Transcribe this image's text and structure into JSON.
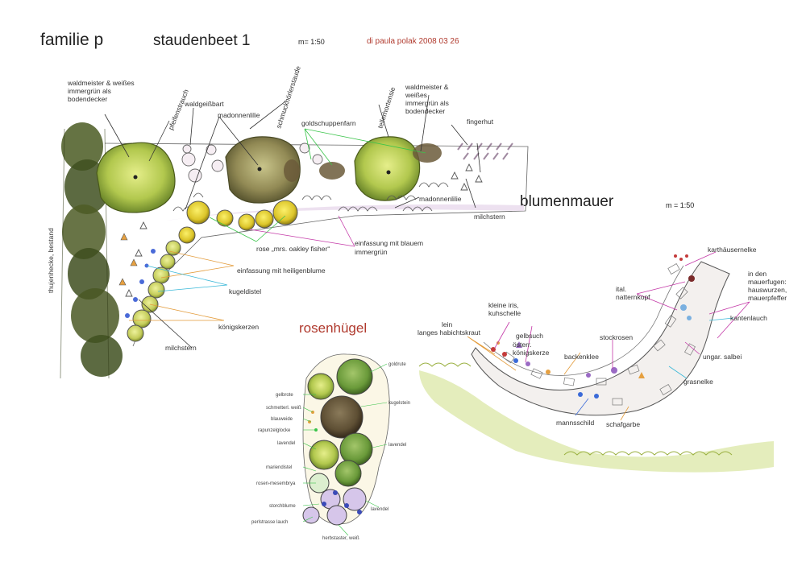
{
  "header": {
    "client": "familie p",
    "plan_title": "staudenbeet 1",
    "scale": "m= 1:50",
    "author_date": "di paula polak  2008 03 26"
  },
  "sections": {
    "blumenmauer": "blumenmauer",
    "blumenmauer_scale": "m = 1:50",
    "rosenhuegel": "rosenhügel"
  },
  "staudenbeet_labels": {
    "waldmeister_left": [
      "waldmeister & weißes",
      "immergrün als",
      "bodendecker"
    ],
    "pfeifenstrauch": "pfeifenstrauch",
    "waldgeissbart": "waldgeißbart",
    "madonnenlilie_top": "madonnenlilie",
    "schmuckhoerlerstaude": "schmuckhörlerstaude",
    "goldschuppenfarn": "goldschuppenfarn",
    "tellerhortensie": "tellerhortensie",
    "waldmeister_right": [
      "waldmeister &",
      "weißes",
      "immergrün als",
      "bodendecker"
    ],
    "fingerhut": "fingerhut",
    "madonnenlilie_bottom": "madonnenlilie",
    "milchstern_right": "milchstern",
    "rose": "rose „mrs. oakley fisher“",
    "einfassung_heiligenblume": "einfassung mit heiligenblume",
    "einfassung_immergruen": [
      "einfassung mit blauem",
      "immergrün"
    ],
    "kugeldistel": "kugeldistel",
    "koenigskerzen": "königskerzen",
    "milchstern_left": "milchstern",
    "hecke": "thujenhecke, bestand"
  },
  "mauer_labels": {
    "karthaeusernelke": "karthäusernelke",
    "in_den_mauerfugen": [
      "in den",
      "mauerfugen:",
      "hauswurzen,",
      "mauerpfeffer"
    ],
    "ital_natternkopf": [
      "ital.",
      "natternkopf"
    ],
    "kantenlauch": "kantenlauch",
    "kleine_iris": [
      "kleine iris,",
      "kuhschelle"
    ],
    "lein": "lein",
    "habichtskraut": "langes habichtskraut",
    "gelbsuch": "gelbsuch",
    "oesterr_koenigskerze": [
      "österr.",
      "königskerze"
    ],
    "backenklee": "backenklee",
    "stockrosen": "stockrosen",
    "ungar_salbei": "ungar. salbei",
    "grasnelke": "grasnelke",
    "mannsschild": "mannsschild",
    "schafgarbe": "schafgarbe"
  },
  "rosen_labels": {
    "left": [
      "gelbrote",
      "schmetterl. weiß",
      "blauweide",
      "rapunzelglocke",
      "lavendel",
      "mariendistel",
      "rosen-mesembrya",
      "storchblume",
      "perlstrasse lauch"
    ],
    "right": [
      "goldrute",
      "kugelstein",
      "lavendel",
      "lavendel"
    ],
    "bottom": "herbstaster, weiß"
  },
  "colors": {
    "ink": "#222222",
    "author": "#b03a2e",
    "hedge": "#5a6a2a",
    "shrub": "#a7c24a",
    "rose_yellow": "#e8d43a",
    "ivy_green": "#c8d870",
    "lilac": "#c7a4d8",
    "connector_orange": "#e39b3a",
    "connector_cyan": "#3ab8d8",
    "connector_green": "#3ac44a",
    "connector_magenta": "#c43aa8"
  }
}
